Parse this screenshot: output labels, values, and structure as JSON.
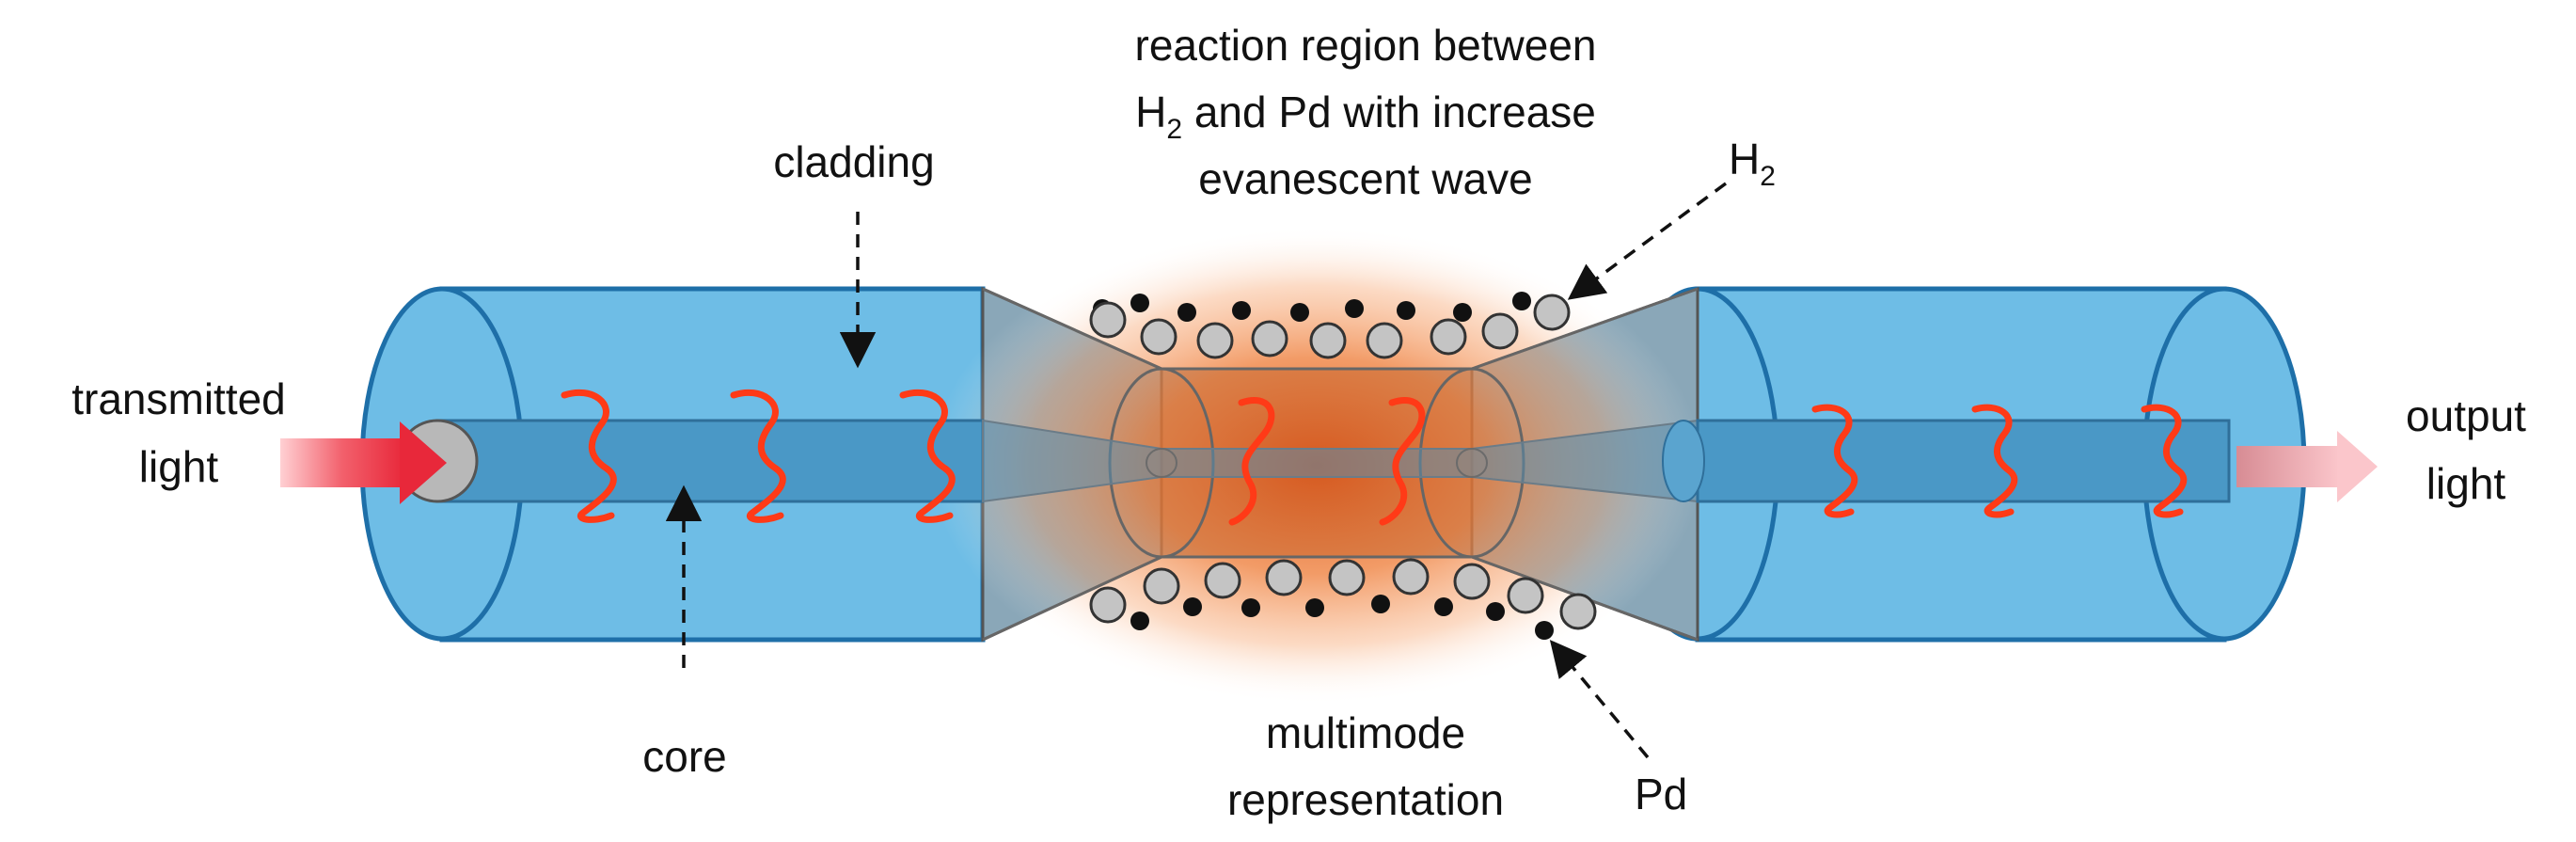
{
  "labels": {
    "transmitted_light_line1": "transmitted",
    "transmitted_light_line2": "light",
    "output_light_line1": "output",
    "output_light_line2": "light",
    "cladding": "cladding",
    "core": "core",
    "reaction_line1": "reaction region between",
    "reaction_line2_h": "H",
    "reaction_line2_sub": "2",
    "reaction_line2_rest": " and Pd with increase",
    "reaction_line3": "evanescent wave",
    "h2_main": "H",
    "h2_sub": "2",
    "multimode_line1": "multimode",
    "multimode_line2": "representation",
    "pd": "Pd"
  },
  "colors": {
    "cladding_fill": "#6ebde6",
    "cladding_edge": "#1e6fa8",
    "core_fill": "#4a98c6",
    "core_edge": "#2f6f9a",
    "glow": "#e8651c",
    "wave": "#ff3a17",
    "input_arrow": "#f03c4c",
    "output_arrow": "#f6a7ae",
    "pd_particle": "#111111",
    "h2_particle": "#c4c4c4"
  }
}
